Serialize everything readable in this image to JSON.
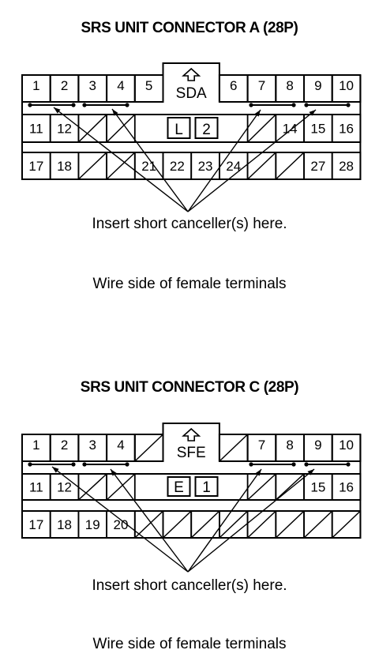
{
  "connectors": [
    {
      "title": "SRS UNIT CONNECTOR A (28P)",
      "code": "SDA",
      "box_letter": "L",
      "box_number": "2",
      "row1_left": [
        "1",
        "2",
        "3",
        "4",
        "5"
      ],
      "row1_right": [
        "6",
        "7",
        "8",
        "9",
        "10"
      ],
      "row2": [
        "11",
        "12",
        "",
        "",
        "",
        "",
        "",
        "",
        "",
        "14",
        "15",
        "16"
      ],
      "row3": [
        "17",
        "18",
        "",
        "",
        "21",
        "22",
        "23",
        "24",
        "",
        "",
        "27",
        "28"
      ],
      "instruction": "Insert short canceller(s) here.",
      "footnote": "Wire side of female terminals"
    },
    {
      "title": "SRS UNIT CONNECTOR C (28P)",
      "code": "SFE",
      "box_letter": "E",
      "box_number": "1",
      "row1_left": [
        "1",
        "2",
        "3",
        "4",
        ""
      ],
      "row1_right": [
        "",
        "7",
        "8",
        "9",
        "10"
      ],
      "row2": [
        "11",
        "12",
        "",
        "",
        "",
        "",
        "",
        "",
        "",
        "",
        "15",
        "16"
      ],
      "row3": [
        "17",
        "18",
        "19",
        "20",
        "",
        "",
        "",
        "",
        "",
        "",
        "",
        ""
      ],
      "instruction": "Insert short canceller(s) here.",
      "footnote": "Wire side of female terminals"
    }
  ]
}
